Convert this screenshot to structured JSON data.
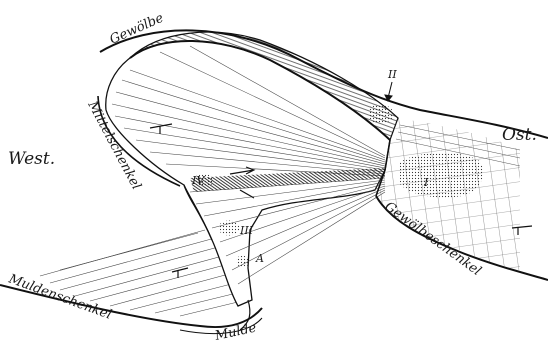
{
  "figure": {
    "labels": {
      "gewoelbe": "Gewölbe",
      "ost": "Ost.",
      "west": "West.",
      "mittelschenkel": "Mittelschenkel",
      "muldenschenkel": "Muldenschenkel",
      "mulde": "Mulde",
      "gewoelbeschenkel": "Gewölbeschenkel",
      "point_I": "I",
      "point_II": "II",
      "point_III": "III",
      "point_IV": "IV",
      "point_A": "A"
    }
  }
}
